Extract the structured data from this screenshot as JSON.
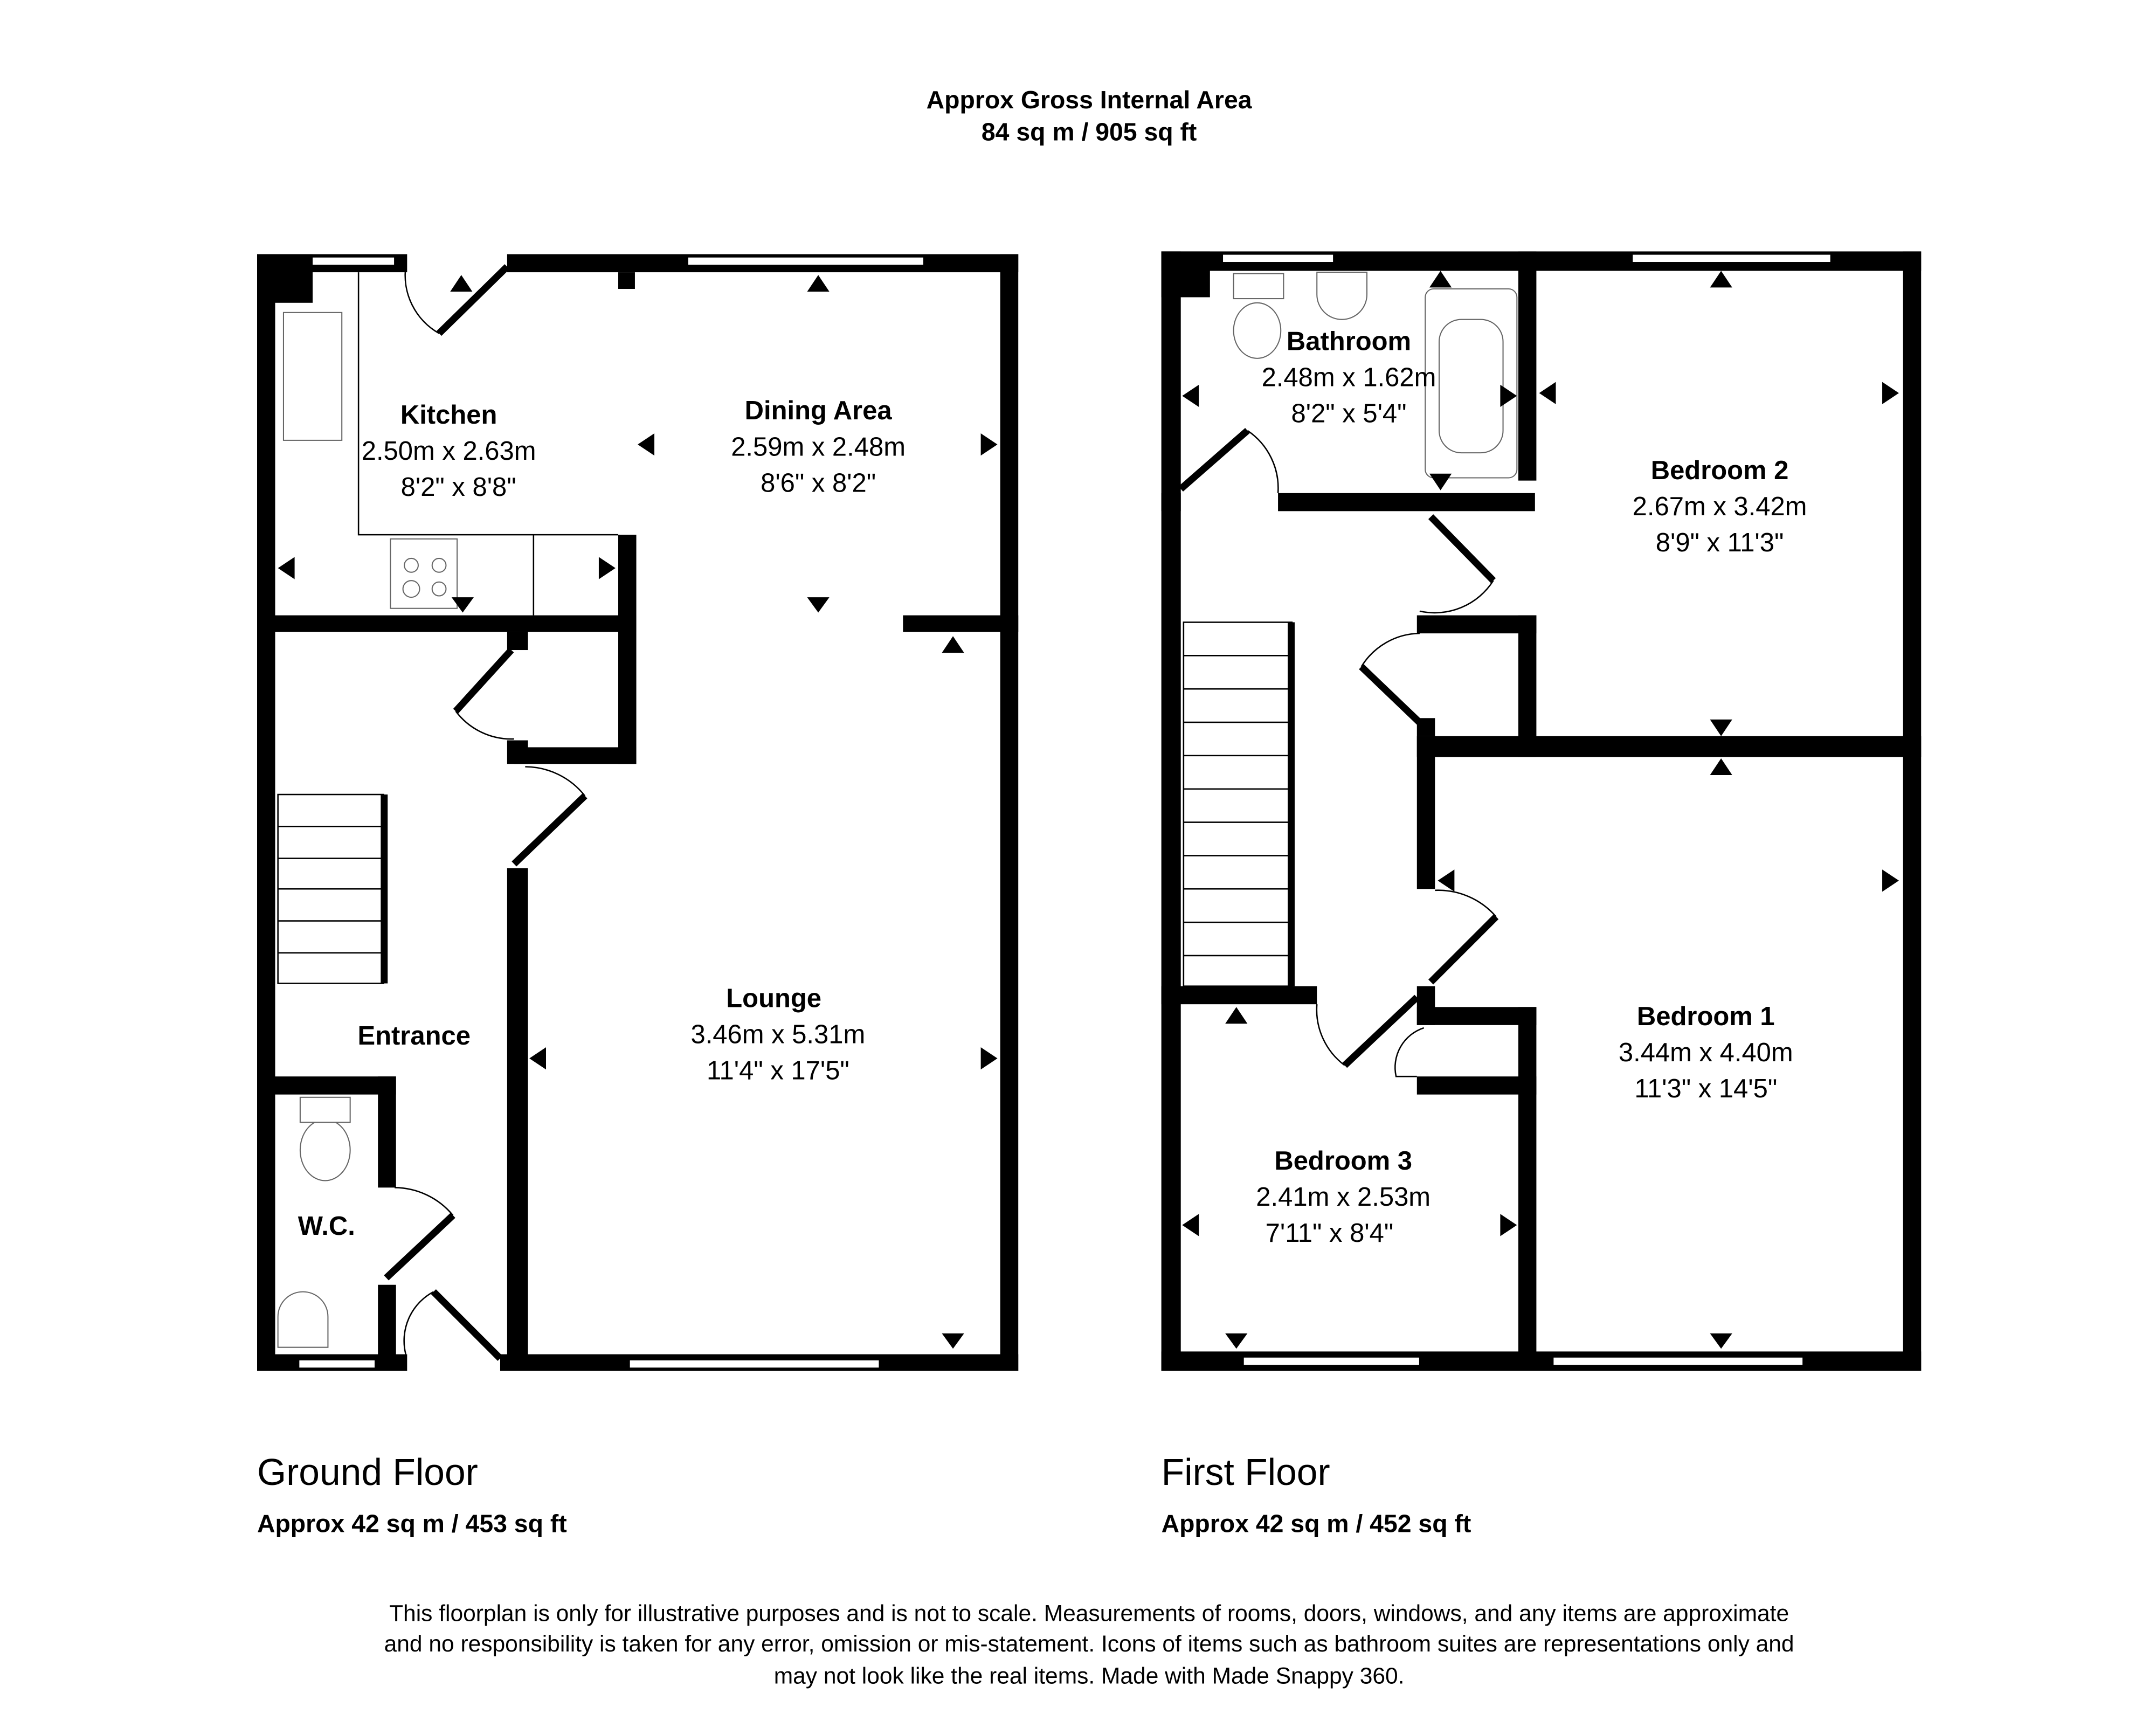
{
  "header": {
    "title": "Approx Gross Internal Area",
    "area": "84 sq m / 905 sq ft"
  },
  "ground_floor": {
    "name": "Ground Floor",
    "area": "Approx 42 sq m / 453 sq ft",
    "rooms": [
      {
        "name": "Kitchen",
        "metric": "2.50m x 2.63m",
        "imperial": "8'2\" x 8'8\""
      },
      {
        "name": "Dining Area",
        "metric": "2.59m x 2.48m",
        "imperial": "8'6\" x 8'2\""
      },
      {
        "name": "Lounge",
        "metric": "3.46m x 5.31m",
        "imperial": "11'4\" x 17'5\""
      },
      {
        "name": "Entrance"
      },
      {
        "name": "W.C."
      }
    ]
  },
  "first_floor": {
    "name": "First Floor",
    "area": "Approx 42 sq m / 452 sq ft",
    "rooms": [
      {
        "name": "Bathroom",
        "metric": "2.48m x 1.62m",
        "imperial": "8'2\" x 5'4\""
      },
      {
        "name": "Bedroom 2",
        "metric": "2.67m x 3.42m",
        "imperial": "8'9\" x 11'3\""
      },
      {
        "name": "Bedroom 1",
        "metric": "3.44m x 4.40m",
        "imperial": "11'3\" x 14'5\""
      },
      {
        "name": "Bedroom 3",
        "metric": "2.41m x 2.53m",
        "imperial": "7'11\" x 8'4\""
      }
    ]
  },
  "disclaimer": {
    "line1": "This floorplan is only for illustrative purposes and is not to scale. Measurements of rooms, doors, windows, and any items are approximate",
    "line2": "and no responsibility is taken for any error, omission or mis-statement. Icons of items such as bathroom suites are representations only and",
    "line3": "may not look like the real items. Made with Made Snappy 360."
  }
}
